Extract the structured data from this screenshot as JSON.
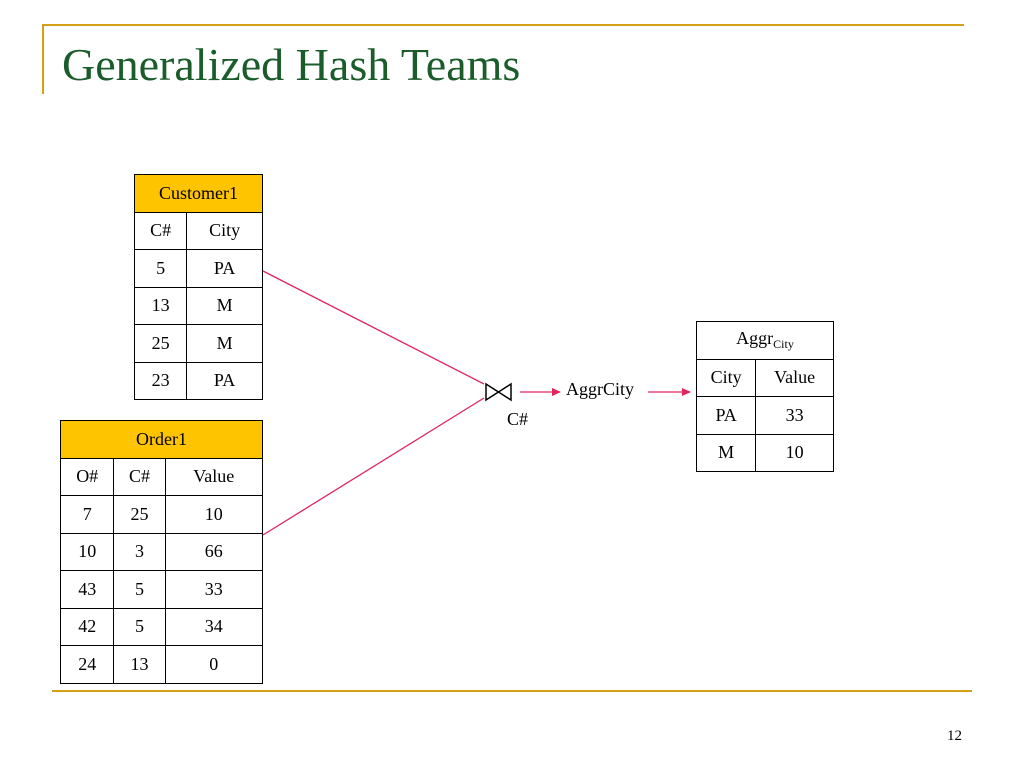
{
  "slide": {
    "title": "Generalized Hash Teams",
    "page_number": "12"
  },
  "customer_table": {
    "title": "Customer1",
    "columns": [
      "C#",
      "City"
    ],
    "rows": [
      [
        "5",
        "PA"
      ],
      [
        "13",
        "M"
      ],
      [
        "25",
        "M"
      ],
      [
        "23",
        "PA"
      ]
    ]
  },
  "order_table": {
    "title": "Order1",
    "columns": [
      "O#",
      "C#",
      "Value"
    ],
    "rows": [
      [
        "7",
        "25",
        "10"
      ],
      [
        "10",
        "3",
        "66"
      ],
      [
        "43",
        "5",
        "33"
      ],
      [
        "42",
        "5",
        "34"
      ],
      [
        "24",
        "13",
        "0"
      ]
    ]
  },
  "join": {
    "symbol_icon": "bowtie-join-icon",
    "attribute": "C#",
    "output_label": "AggrCity"
  },
  "aggr_table": {
    "title_main": "Aggr",
    "title_sub": "City",
    "columns": [
      "City",
      "Value"
    ],
    "rows": [
      [
        "PA",
        "33"
      ],
      [
        "M",
        "10"
      ]
    ]
  },
  "colors": {
    "accent_rule": "#d4a017",
    "title_text": "#1a5c2a",
    "table_header_fill": "#ffc400",
    "connector_line": "#e0245e"
  }
}
